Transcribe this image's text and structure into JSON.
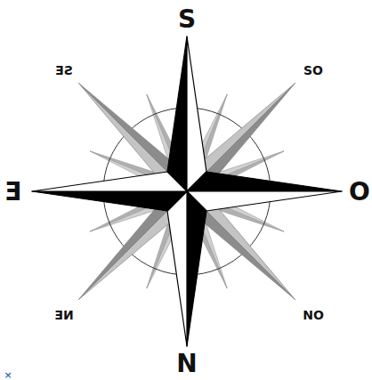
{
  "diagram": {
    "labels": [
      "S",
      "SO",
      "O",
      "NO",
      "N",
      "NE",
      "E",
      "SE",
      "×"
    ]
  }
}
